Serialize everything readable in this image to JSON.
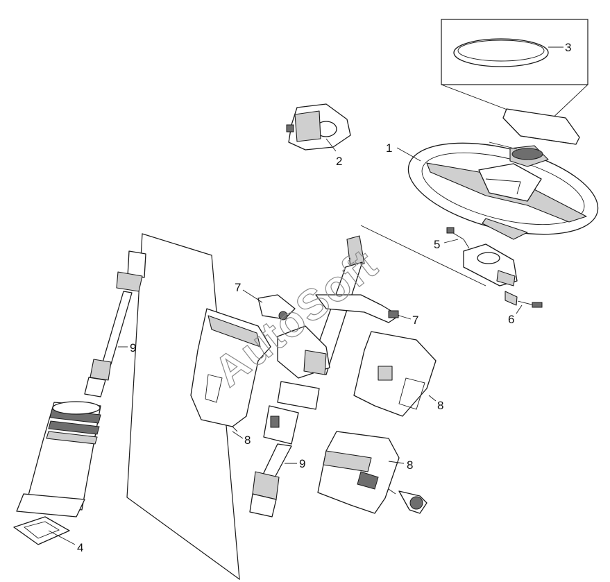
{
  "watermark": "AutoSoft",
  "callouts": [
    {
      "id": "c1",
      "label": "1"
    },
    {
      "id": "c2",
      "label": "2"
    },
    {
      "id": "c3",
      "label": "3"
    },
    {
      "id": "c4",
      "label": "4"
    },
    {
      "id": "c5",
      "label": "5"
    },
    {
      "id": "c6",
      "label": "6"
    },
    {
      "id": "c7a",
      "label": "7"
    },
    {
      "id": "c7b",
      "label": "7"
    },
    {
      "id": "c8a",
      "label": "8"
    },
    {
      "id": "c8b",
      "label": "8"
    },
    {
      "id": "c8c",
      "label": "8"
    },
    {
      "id": "c9a",
      "label": "9"
    },
    {
      "id": "c9b",
      "label": "9"
    }
  ]
}
